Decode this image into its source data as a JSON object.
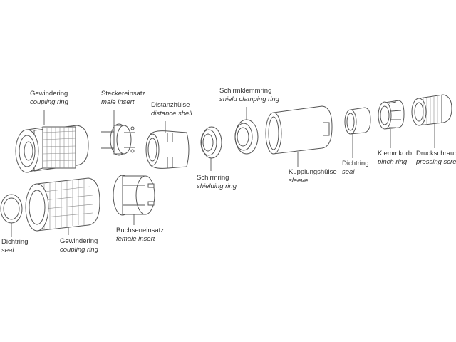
{
  "parts": [
    {
      "id": "coupling-ring-male",
      "de": "Gewindering",
      "en": "coupling ring"
    },
    {
      "id": "male-insert",
      "de": "Steckereinsatz",
      "en": "male insert"
    },
    {
      "id": "distance-shell",
      "de": "Distanzhülse",
      "en": "distance shell"
    },
    {
      "id": "shield-clamping-ring",
      "de": "Schirmklemmring",
      "en": "shield clamping ring"
    },
    {
      "id": "shielding-ring",
      "de": "Schirmring",
      "en": "shielding ring"
    },
    {
      "id": "sleeve",
      "de": "Kupplungshülse",
      "en": "sleeve"
    },
    {
      "id": "seal-right",
      "de": "Dichtring",
      "en": "seal"
    },
    {
      "id": "pinch-ring",
      "de": "Klemmkorb",
      "en": "pinch ring"
    },
    {
      "id": "pressing-screw",
      "de": "Druckschraube",
      "en": "pressing screw"
    },
    {
      "id": "female-insert",
      "de": "Buchseneinsatz",
      "en": "female insert"
    },
    {
      "id": "seal-left",
      "de": "Dichtring",
      "en": "seal"
    },
    {
      "id": "coupling-ring-female",
      "de": "Gewindering",
      "en": "coupling ring"
    }
  ]
}
